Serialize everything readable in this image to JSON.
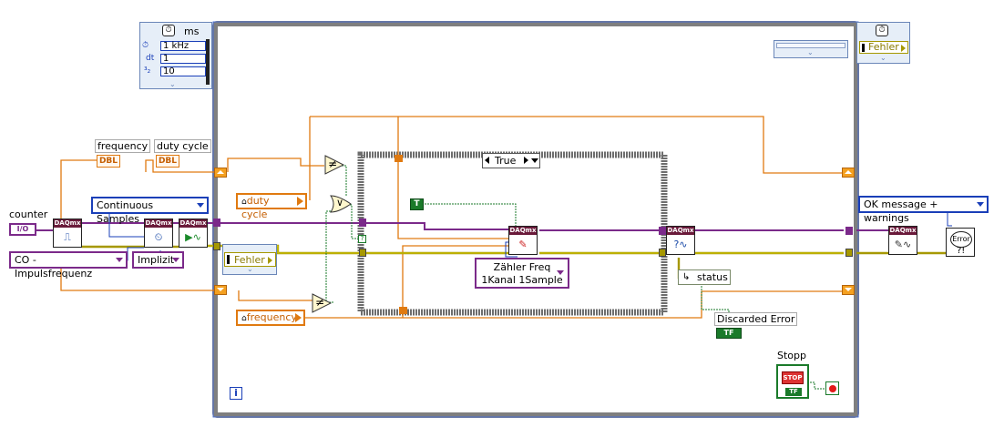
{
  "timing_node": {
    "header": "ms",
    "rows": [
      {
        "label": "1 kHz",
        "prefix": "⏱"
      },
      {
        "label": "1",
        "prefix": "dt"
      },
      {
        "label": "10",
        "prefix": "³₂"
      }
    ]
  },
  "error_node": {
    "value": "Fehler"
  },
  "constants": {
    "counter": "counter",
    "counter_type": "I/O",
    "frequency": "frequency",
    "duty_cycle": "duty cycle",
    "frequency_type": "DBL",
    "duty_cycle_type": "DBL"
  },
  "enums": {
    "continuous_samples": "Continuous Samples",
    "co_pulse_freq": "CO - Impulsfrequenz",
    "implicit": "Implizit",
    "fehler": "Fehler",
    "ok_message": "OK message + warnings",
    "zaehler_freq_line1": "Zähler Freq",
    "zaehler_freq_line2": "1Kanal 1Sample"
  },
  "controls": {
    "duty_cycle_local": "duty cycle",
    "frequency_local": "frequency"
  },
  "case_structure": {
    "selector": "True",
    "bool_const": "T"
  },
  "status_unbundle": "status",
  "discarded_error": {
    "label": "Discarded Error",
    "type": "TF"
  },
  "stop_button": {
    "label": "Stopp",
    "text": "STOP",
    "type": "TF"
  },
  "loop_iteration": "i",
  "primitives": {
    "not_equal": "≠",
    "or": "∨"
  },
  "daqmx_header": "DAQmx",
  "colors": {
    "orange_wire": "#e07a10",
    "purple_wire": "#7b2a8a",
    "blue_wire": "#1a3fb8",
    "green_wire": "#1a7a2a",
    "error_wire": "#c9b600",
    "loop_frame": "#7f7f7f",
    "case_frame": "#6d6d6d"
  },
  "icons": [
    "clock-icon",
    "counter-vi-icon",
    "timing-vi-icon",
    "start-vi-icon",
    "read-vi-icon",
    "is-done-vi-icon",
    "clear-vi-icon",
    "error-handler-icon",
    "stop-icon",
    "loop-condition-icon"
  ]
}
